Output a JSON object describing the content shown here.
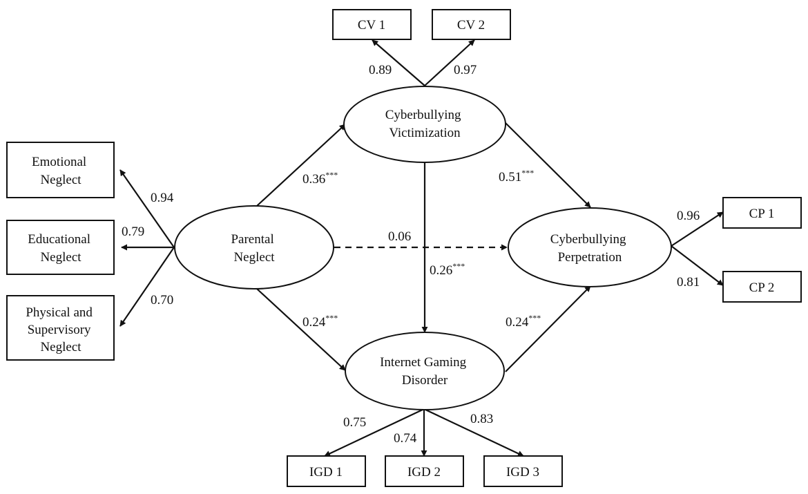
{
  "latents": {
    "parental_neglect": [
      "Parental",
      "Neglect"
    ],
    "cyber_victim": [
      "Cyberbullying",
      "Victimization"
    ],
    "igd": [
      "Internet Gaming",
      "Disorder"
    ],
    "cyber_perp": [
      "Cyberbullying",
      "Perpetration"
    ]
  },
  "indicators": {
    "emotional": [
      "Emotional",
      "Neglect"
    ],
    "educational": [
      "Educational",
      "Neglect"
    ],
    "physical": [
      "Physical and",
      "Supervisory",
      "Neglect"
    ],
    "cv1": [
      "CV 1"
    ],
    "cv2": [
      "CV 2"
    ],
    "cp1": [
      "CP 1"
    ],
    "cp2": [
      "CP 2"
    ],
    "igd1": [
      "IGD 1"
    ],
    "igd2": [
      "IGD 2"
    ],
    "igd3": [
      "IGD 3"
    ]
  },
  "loadings": {
    "emotional": "0.94",
    "educational": "0.79",
    "physical": "0.70",
    "cv1": "0.89",
    "cv2": "0.97",
    "cp1": "0.96",
    "cp2": "0.81",
    "igd1": "0.75",
    "igd2": "0.74",
    "igd3": "0.83"
  },
  "paths": {
    "pn_cv": {
      "value": "0.36",
      "sig": "***"
    },
    "cv_cp": {
      "value": "0.51",
      "sig": "***"
    },
    "pn_cp": {
      "value": "0.06",
      "sig": ""
    },
    "cv_igd": {
      "value": "0.26",
      "sig": "***"
    },
    "pn_igd": {
      "value": "0.24",
      "sig": "***"
    },
    "igd_cp": {
      "value": "0.24",
      "sig": "***"
    }
  }
}
